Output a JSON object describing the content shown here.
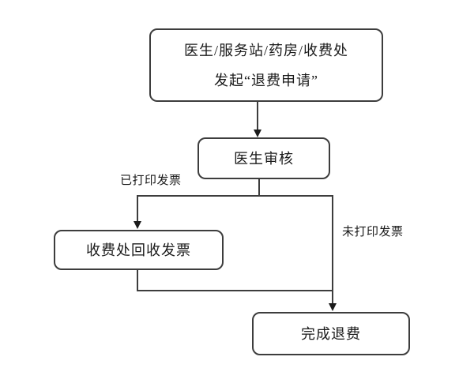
{
  "diagram": {
    "type": "flowchart",
    "background_color": "#ffffff",
    "line_color": "#3d3d3d",
    "text_color": "#1a1a1a",
    "nodes": [
      {
        "id": "refund-request",
        "shape": "rounded-rect",
        "lines": [
          "医生/服务站/药房/收费处",
          "发起“退费申请”"
        ]
      },
      {
        "id": "doctor-review",
        "shape": "rounded-rect",
        "label": "医生审核"
      },
      {
        "id": "invoice-recovery",
        "shape": "rounded-rect",
        "label": "收费处回收发票"
      },
      {
        "id": "refund-complete",
        "shape": "rounded-rect",
        "label": "完成退费"
      }
    ],
    "edges": [
      {
        "from": "refund-request",
        "to": "doctor-review",
        "label": ""
      },
      {
        "from": "doctor-review",
        "to": "invoice-recovery",
        "label": "已打印发票"
      },
      {
        "from": "doctor-review",
        "to": "refund-complete",
        "label": "未打印发票"
      },
      {
        "from": "invoice-recovery",
        "to": "refund-complete",
        "label": ""
      }
    ]
  }
}
